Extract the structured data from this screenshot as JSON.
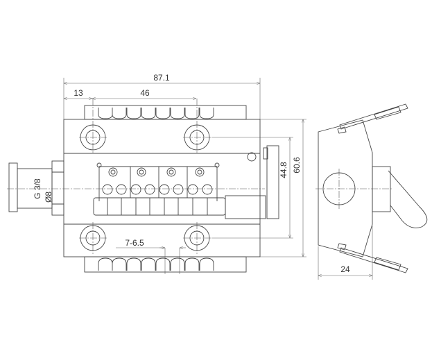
{
  "title": "Valve technical drawing",
  "dimensions": {
    "overall_length": "87.1",
    "hole_offset": "13",
    "hole_spacing": "46",
    "pitch": "7-6.5",
    "inner_height": "44.8",
    "outer_height": "60.6",
    "side_width": "24"
  },
  "port": {
    "thread": "G 3/8",
    "diameter": "Ø8"
  }
}
